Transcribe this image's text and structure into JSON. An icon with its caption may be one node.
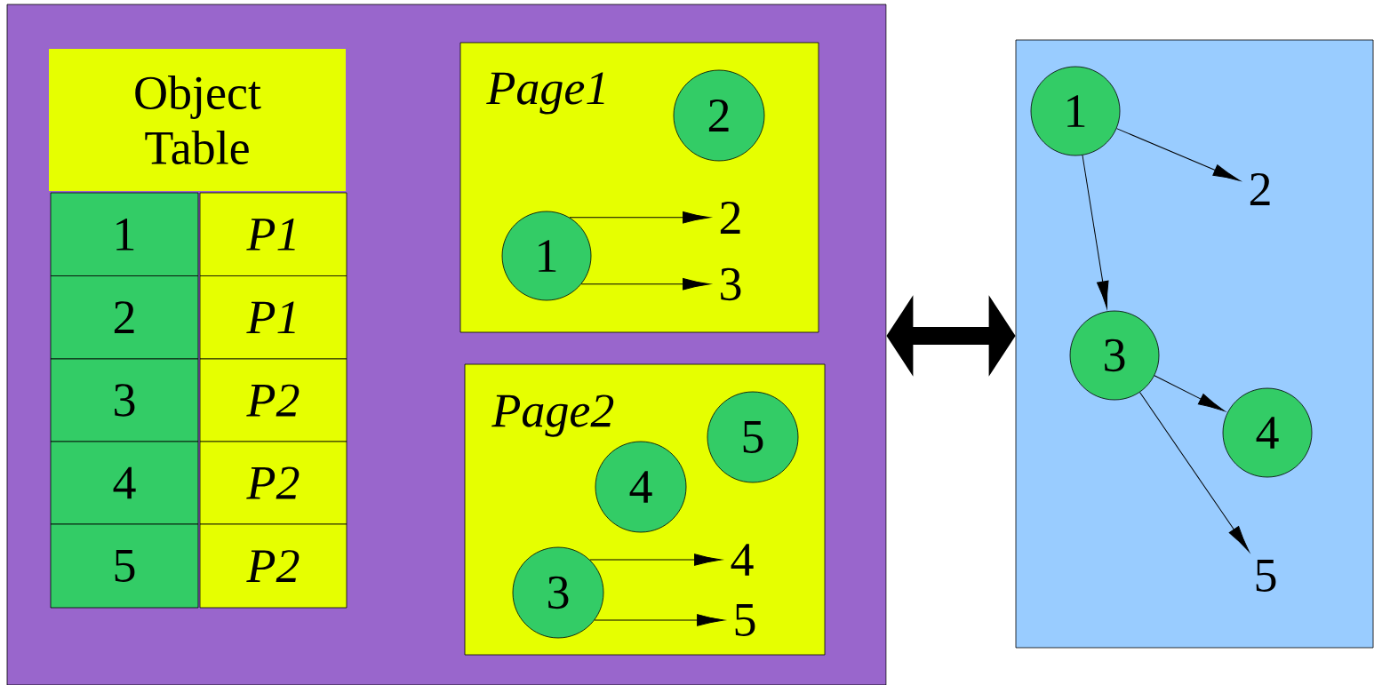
{
  "diagram": {
    "nodes": [
      {
        "text": [],
        "shape": "box"
      },
      {
        "text": [
          "Object Table"
        ],
        "in": 0
      },
      {
        "text": [
          "1"
        ],
        "in": 0
      },
      {
        "text": [
          "P1"
        ],
        "in": 0
      },
      {
        "text": [
          "2"
        ],
        "in": 0
      },
      {
        "text": [
          "P1"
        ],
        "in": 0
      },
      {
        "text": [
          "3"
        ],
        "in": 0
      },
      {
        "text": [
          "P2"
        ],
        "in": 0
      },
      {
        "text": [
          "4"
        ],
        "in": 0
      },
      {
        "text": [
          "P2"
        ],
        "in": 0
      },
      {
        "text": [
          "5"
        ],
        "in": 0
      },
      {
        "text": [
          "P2"
        ],
        "in": 0
      },
      {
        "text": [
          "Page1"
        ],
        "in": 0
      },
      {
        "text": [
          "2"
        ],
        "in": 12
      },
      {
        "text": [
          "1"
        ],
        "in": 12
      },
      {
        "text": [
          "2"
        ],
        "in": 12
      },
      {
        "text": [
          "3"
        ],
        "in": 12
      },
      {
        "text": [
          "Page2"
        ],
        "in": 0
      },
      {
        "text": [
          "5"
        ],
        "in": 17
      },
      {
        "text": [
          "4"
        ],
        "in": 17
      },
      {
        "text": [
          "3"
        ],
        "in": 17
      },
      {
        "text": [
          "4"
        ],
        "in": 17
      },
      {
        "text": [
          "5"
        ],
        "in": 17
      },
      {
        "text": [],
        "shape": "box"
      },
      {
        "text": [
          "1"
        ],
        "in": 23
      },
      {
        "text": [
          "2"
        ],
        "in": 23
      },
      {
        "text": [
          "3"
        ],
        "in": 23
      },
      {
        "text": [
          "4"
        ],
        "in": 23
      },
      {
        "text": [
          "5"
        ],
        "in": 23
      }
    ],
    "edges": [
      {
        "from": 14,
        "to": 15,
        "arrow": "to"
      },
      {
        "from": 14,
        "to": 16,
        "arrow": "to"
      },
      {
        "from": 20,
        "to": 21,
        "arrow": "to"
      },
      {
        "from": 20,
        "to": 22,
        "arrow": "to"
      },
      {
        "from": 0,
        "to": 23,
        "arrow": "both",
        "style": "thick"
      },
      {
        "from": 24,
        "to": 25,
        "arrow": "to"
      },
      {
        "from": 24,
        "to": 26,
        "arrow": "to"
      },
      {
        "from": 26,
        "to": 27,
        "arrow": "to"
      },
      {
        "from": 26,
        "to": 28,
        "arrow": "to"
      }
    ]
  }
}
